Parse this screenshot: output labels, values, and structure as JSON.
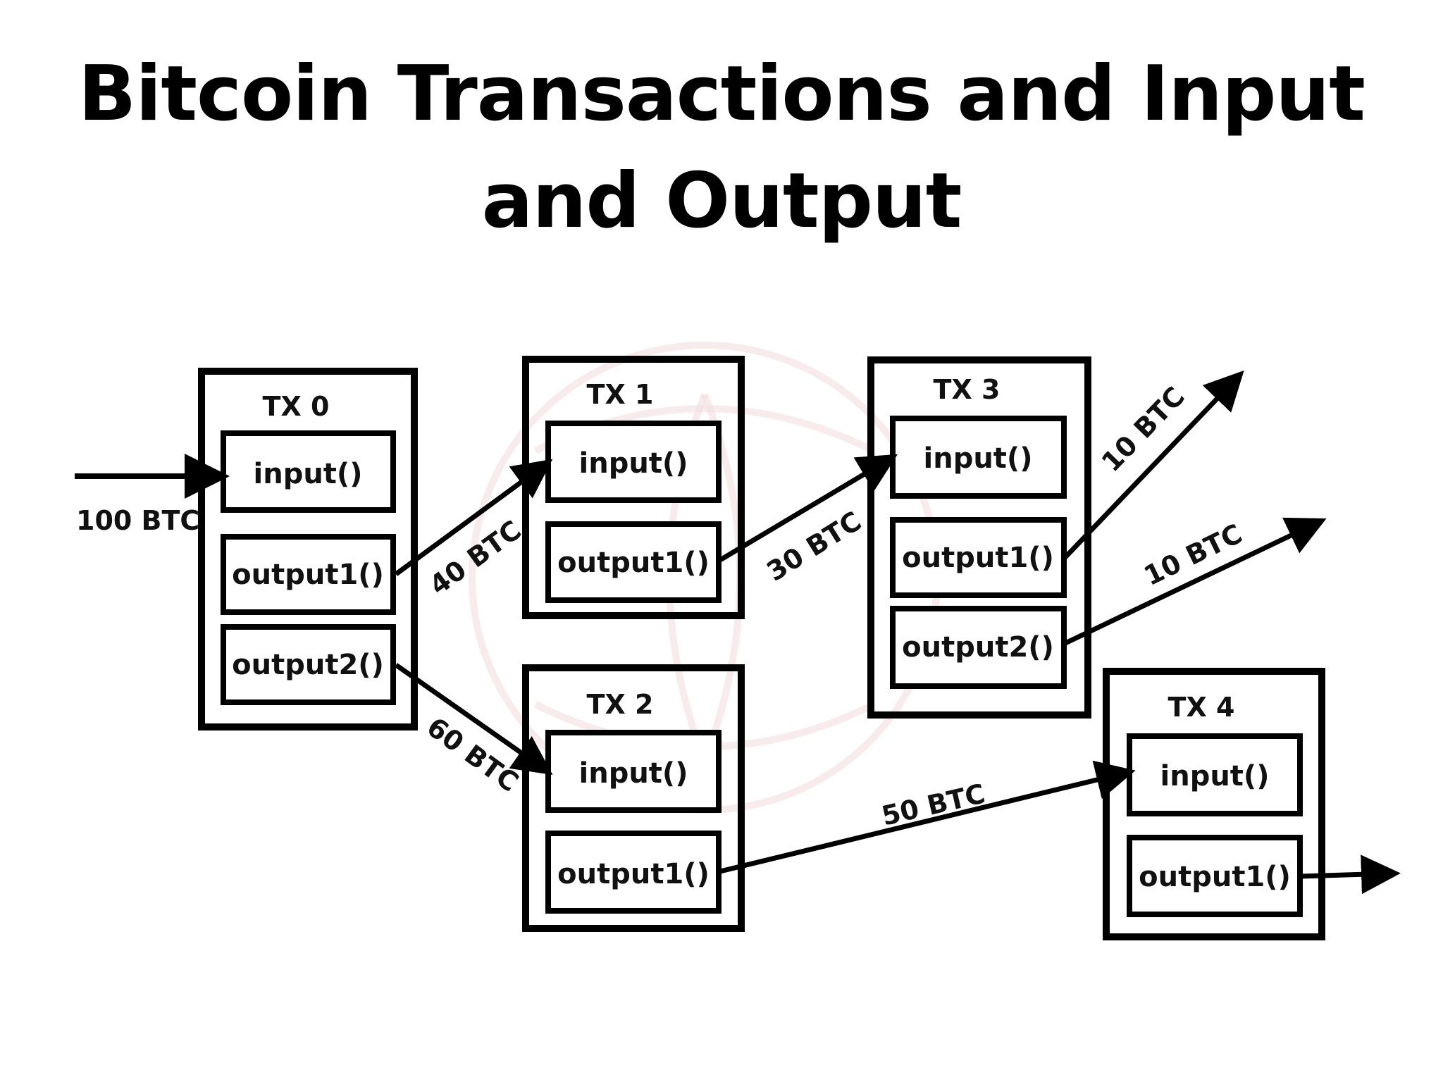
{
  "slide": {
    "title": "Bitcoin Transactions and Input and Output"
  },
  "diagram": {
    "transactions": [
      {
        "id": "tx0",
        "title": "TX 0",
        "ports": [
          "input()",
          "output1()",
          "output2()"
        ]
      },
      {
        "id": "tx1",
        "title": "TX 1",
        "ports": [
          "input()",
          "output1()"
        ]
      },
      {
        "id": "tx2",
        "title": "TX 2",
        "ports": [
          "input()",
          "output1()"
        ]
      },
      {
        "id": "tx3",
        "title": "TX 3",
        "ports": [
          "input()",
          "output1()",
          "output2()"
        ]
      },
      {
        "id": "tx4",
        "title": "TX 4",
        "ports": [
          "input()",
          "output1()"
        ]
      }
    ],
    "edges": [
      {
        "id": "e-in",
        "from": "source",
        "to": "tx0.input()",
        "label": "100 BTC"
      },
      {
        "id": "e-40",
        "from": "tx0.output1()",
        "to": "tx1.input()",
        "label": "40 BTC"
      },
      {
        "id": "e-60",
        "from": "tx0.output2()",
        "to": "tx2.input()",
        "label": "60 BTC"
      },
      {
        "id": "e-30",
        "from": "tx1.output1()",
        "to": "tx3.input()",
        "label": "30 BTC"
      },
      {
        "id": "e-50",
        "from": "tx2.output1()",
        "to": "tx4.input()",
        "label": "50 BTC"
      },
      {
        "id": "e-10a",
        "from": "tx3.output1()",
        "to": "out",
        "label": "10 BTC"
      },
      {
        "id": "e-10b",
        "from": "tx3.output2()",
        "to": "out",
        "label": "10 BTC"
      },
      {
        "id": "e-out",
        "from": "tx4.output1()",
        "to": "out",
        "label": ""
      }
    ],
    "colors": {
      "stroke": "#000000",
      "text": "#111111",
      "background": "#ffffff",
      "watermark": "#f3dede"
    }
  }
}
